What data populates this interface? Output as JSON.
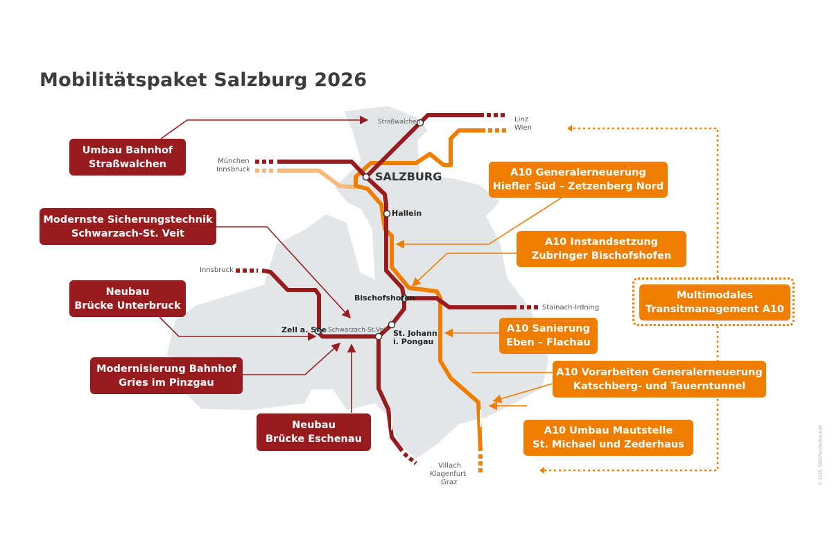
{
  "title": "Mobilitätspaket Salzburg 2026",
  "colors": {
    "rail": "#981b1e",
    "road": "#ef7d00",
    "road_light": "#f6b97c",
    "land": "#e3e6e9"
  },
  "destinations": {
    "linz": "Linz",
    "wien": "Wien",
    "muenchen": "München",
    "innsbruck_north": "Innsbruck",
    "innsbruck_west": "Innsbruck",
    "stainach": "Stainach-Irdning",
    "villach": "Villach",
    "klagenfurt": "Klagenfurt",
    "graz": "Graz"
  },
  "stations": {
    "strasswalchen": "Straßwalchen",
    "salzburg": "SALZBURG",
    "hallein": "Hallein",
    "bischofshofen": "Bischofshofen",
    "zell": "Zell a. See",
    "schwarzach": "Schwarzach-St.Veit",
    "stjohann_1": "St. Johann",
    "stjohann_2": "i. Pongau"
  },
  "rail_projects": [
    {
      "line1": "Umbau Bahnhof",
      "line2": "Straßwalchen"
    },
    {
      "line1": "Modernste Sicherungstechnik",
      "line2": "Schwarzach-St. Veit"
    },
    {
      "line1": "Neubau",
      "line2": "Brücke Unterbruck"
    },
    {
      "line1": "Modernisierung Bahnhof",
      "line2": "Gries im Pinzgau"
    },
    {
      "line1": "Neubau",
      "line2": "Brücke Eschenau"
    }
  ],
  "road_projects": [
    {
      "line1": "A10 Generalerneuerung",
      "line2": "Hiefler Süd – Zetzenberg Nord"
    },
    {
      "line1": "A10 Instandsetzung",
      "line2": "Zubringer Bischofshofen"
    },
    {
      "line1": "Multimodales",
      "line2": "Transitmanagement A10"
    },
    {
      "line1": "A10 Sanierung",
      "line2": "Eben – Flachau"
    },
    {
      "line1": "A10 Vorarbeiten Generalerneuerung",
      "line2": "Katschberg- und Tauerntunnel"
    },
    {
      "line1": "A10 Umbau Mautstelle",
      "line2": "St. Michael und Zederhaus"
    }
  ],
  "copyright": "© 2025, ÖBB/Pendel/Baumat"
}
